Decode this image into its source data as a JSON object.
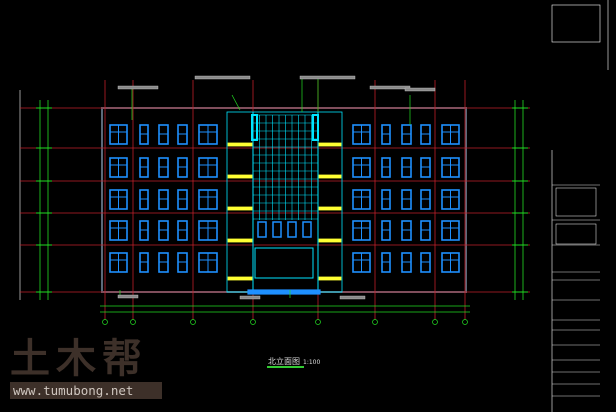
{
  "drawing": {
    "title": "北立面图",
    "scale": "1:100",
    "colors": {
      "background": "#000000",
      "window": "#1e90ff",
      "glass": "#00e5ff",
      "axis": "#c0202a",
      "dim": "#22dd22",
      "rail": "#ffff33",
      "wall": "#5a6a7a"
    }
  },
  "watermark": {
    "logo": "土木帮",
    "url": "www.tumubong.net"
  },
  "floors": 5
}
